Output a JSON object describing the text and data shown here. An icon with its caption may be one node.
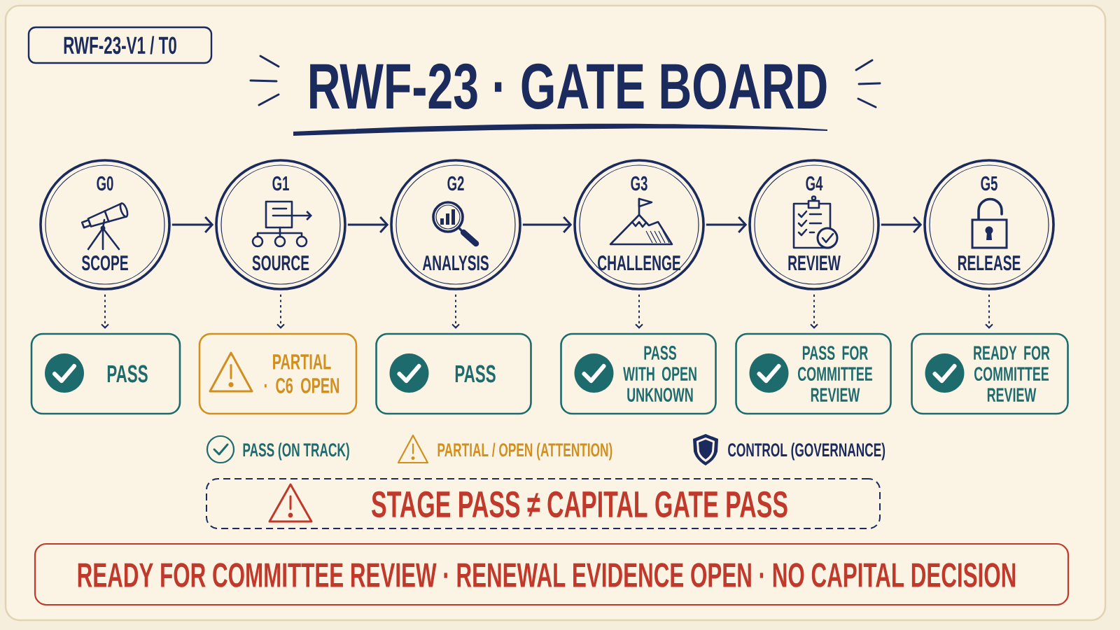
{
  "diagram": {
    "title": "RWF-23 · GATE BOARD",
    "nodes": [
      {
        "text": [
          "RWF-23-V1 / T0"
        ]
      },
      {
        "text": [
          "G0",
          "SCOPE"
        ]
      },
      {
        "text": [
          "G1",
          "SOURCE"
        ]
      },
      {
        "text": [
          "G2",
          "ANALYSIS"
        ]
      },
      {
        "text": [
          "G3",
          "CHALLENGE"
        ]
      },
      {
        "text": [
          "G4",
          "REVIEW"
        ]
      },
      {
        "text": [
          "G5",
          "RELEASE"
        ]
      },
      {
        "text": [
          "PASS"
        ]
      },
      {
        "text": [
          "PARTIAL · C6 OPEN"
        ]
      },
      {
        "text": [
          "PASS"
        ]
      },
      {
        "text": [
          "PASS WITH OPEN UNKNOWN"
        ]
      },
      {
        "text": [
          "PASS FOR COMMITTEE REVIEW"
        ]
      },
      {
        "text": [
          "READY FOR COMMITTEE REVIEW"
        ]
      },
      {
        "text": [
          "STAGE PASS ≠ CAPITAL GATE PASS"
        ]
      },
      {
        "text": [
          "READY FOR COMMITTEE REVIEW · RENEWAL EVIDENCE OPEN · NO CAPITAL DECISION"
        ]
      }
    ],
    "edges": [
      {
        "from": 1,
        "to": 2,
        "arrow": "to"
      },
      {
        "from": 2,
        "to": 3,
        "arrow": "to"
      },
      {
        "from": 3,
        "to": 4,
        "arrow": "to"
      },
      {
        "from": 4,
        "to": 5,
        "arrow": "to"
      },
      {
        "from": 5,
        "to": 6,
        "arrow": "to"
      },
      {
        "from": 1,
        "to": 7,
        "arrow": "to",
        "style": "dashed"
      },
      {
        "from": 2,
        "to": 8,
        "arrow": "to",
        "style": "dashed"
      },
      {
        "from": 3,
        "to": 9,
        "arrow": "to",
        "style": "dashed"
      },
      {
        "from": 4,
        "to": 10,
        "arrow": "to",
        "style": "dashed"
      },
      {
        "from": 5,
        "to": 11,
        "arrow": "to",
        "style": "dashed"
      },
      {
        "from": 6,
        "to": 12,
        "arrow": "to",
        "style": "dashed"
      }
    ],
    "legend": [
      {
        "text": "PASS (ON TRACK)"
      },
      {
        "text": "PARTIAL / OPEN (ATTENTION)"
      },
      {
        "text": "CONTROL (GOVERNANCE)"
      }
    ]
  }
}
